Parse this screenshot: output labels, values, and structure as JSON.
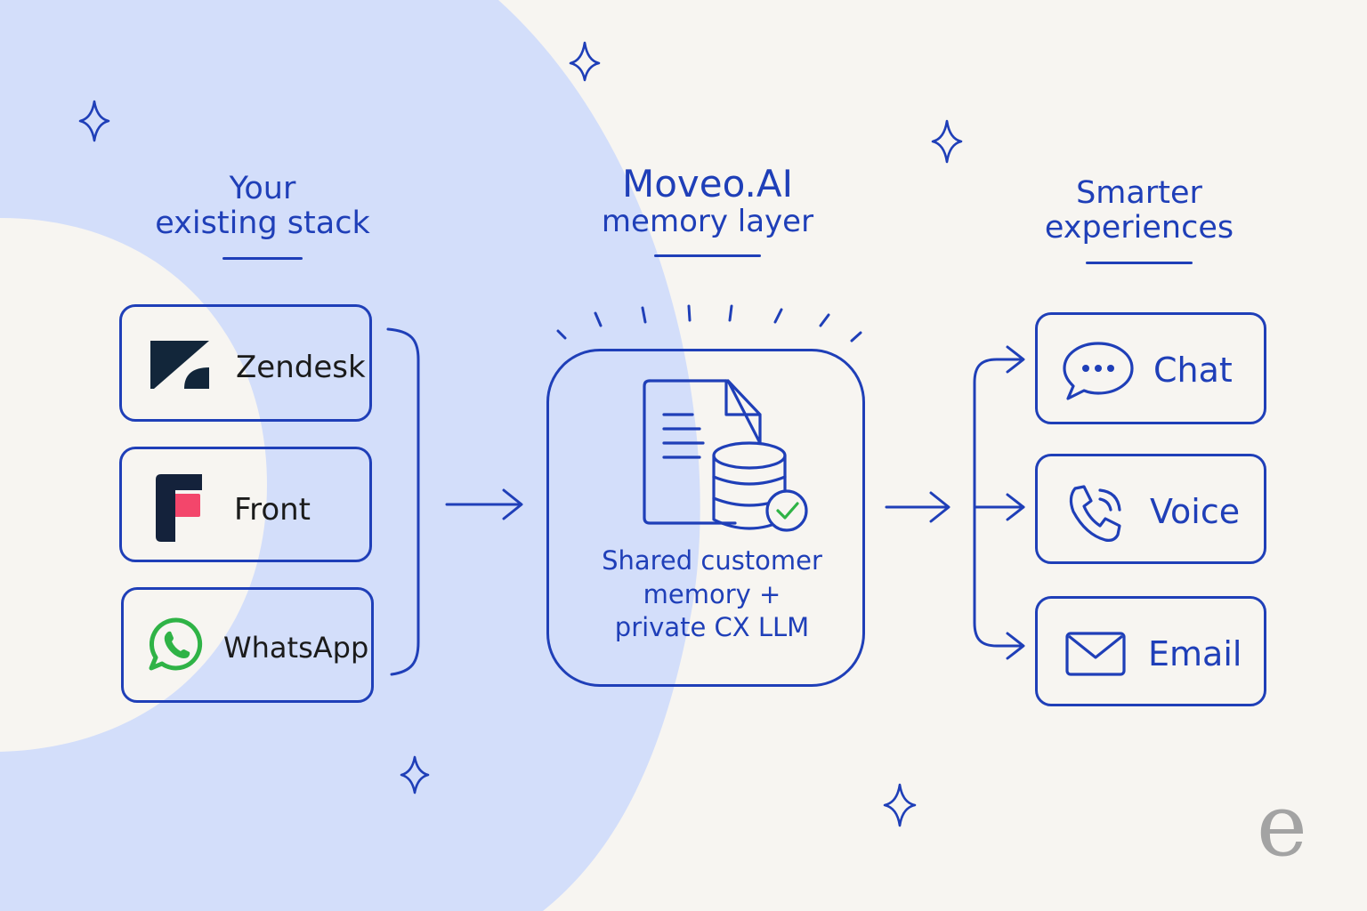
{
  "columns": {
    "left": {
      "line1": "Your",
      "line2": "existing stack"
    },
    "middle": {
      "line1": "Moveo.AI",
      "line2": "memory layer"
    },
    "right": {
      "line1": "Smarter",
      "line2": "experiences"
    }
  },
  "sources": [
    {
      "label": "Zendesk",
      "icon": "zendesk-icon"
    },
    {
      "label": "Front",
      "icon": "front-icon"
    },
    {
      "label": "WhatsApp",
      "icon": "whatsapp-icon"
    }
  ],
  "hub": {
    "line1": "Shared customer",
    "line2": "memory +",
    "line3": "private CX LLM",
    "icon": "document-database-check-icon"
  },
  "outputs": [
    {
      "label": "Chat",
      "icon": "chat-bubble-icon"
    },
    {
      "label": "Voice",
      "icon": "phone-icon"
    },
    {
      "label": "Email",
      "icon": "envelope-icon"
    }
  ],
  "watermark": "e",
  "colors": {
    "accent": "#1f3fb8",
    "background": "#f7f5f1",
    "blob": "#d3defa",
    "zendesk": "#12263a",
    "front_dark": "#14223b",
    "front_pink": "#f3466b",
    "whatsapp": "#2fb346",
    "check": "#2fb346",
    "watermark": "#a3a3a3"
  }
}
